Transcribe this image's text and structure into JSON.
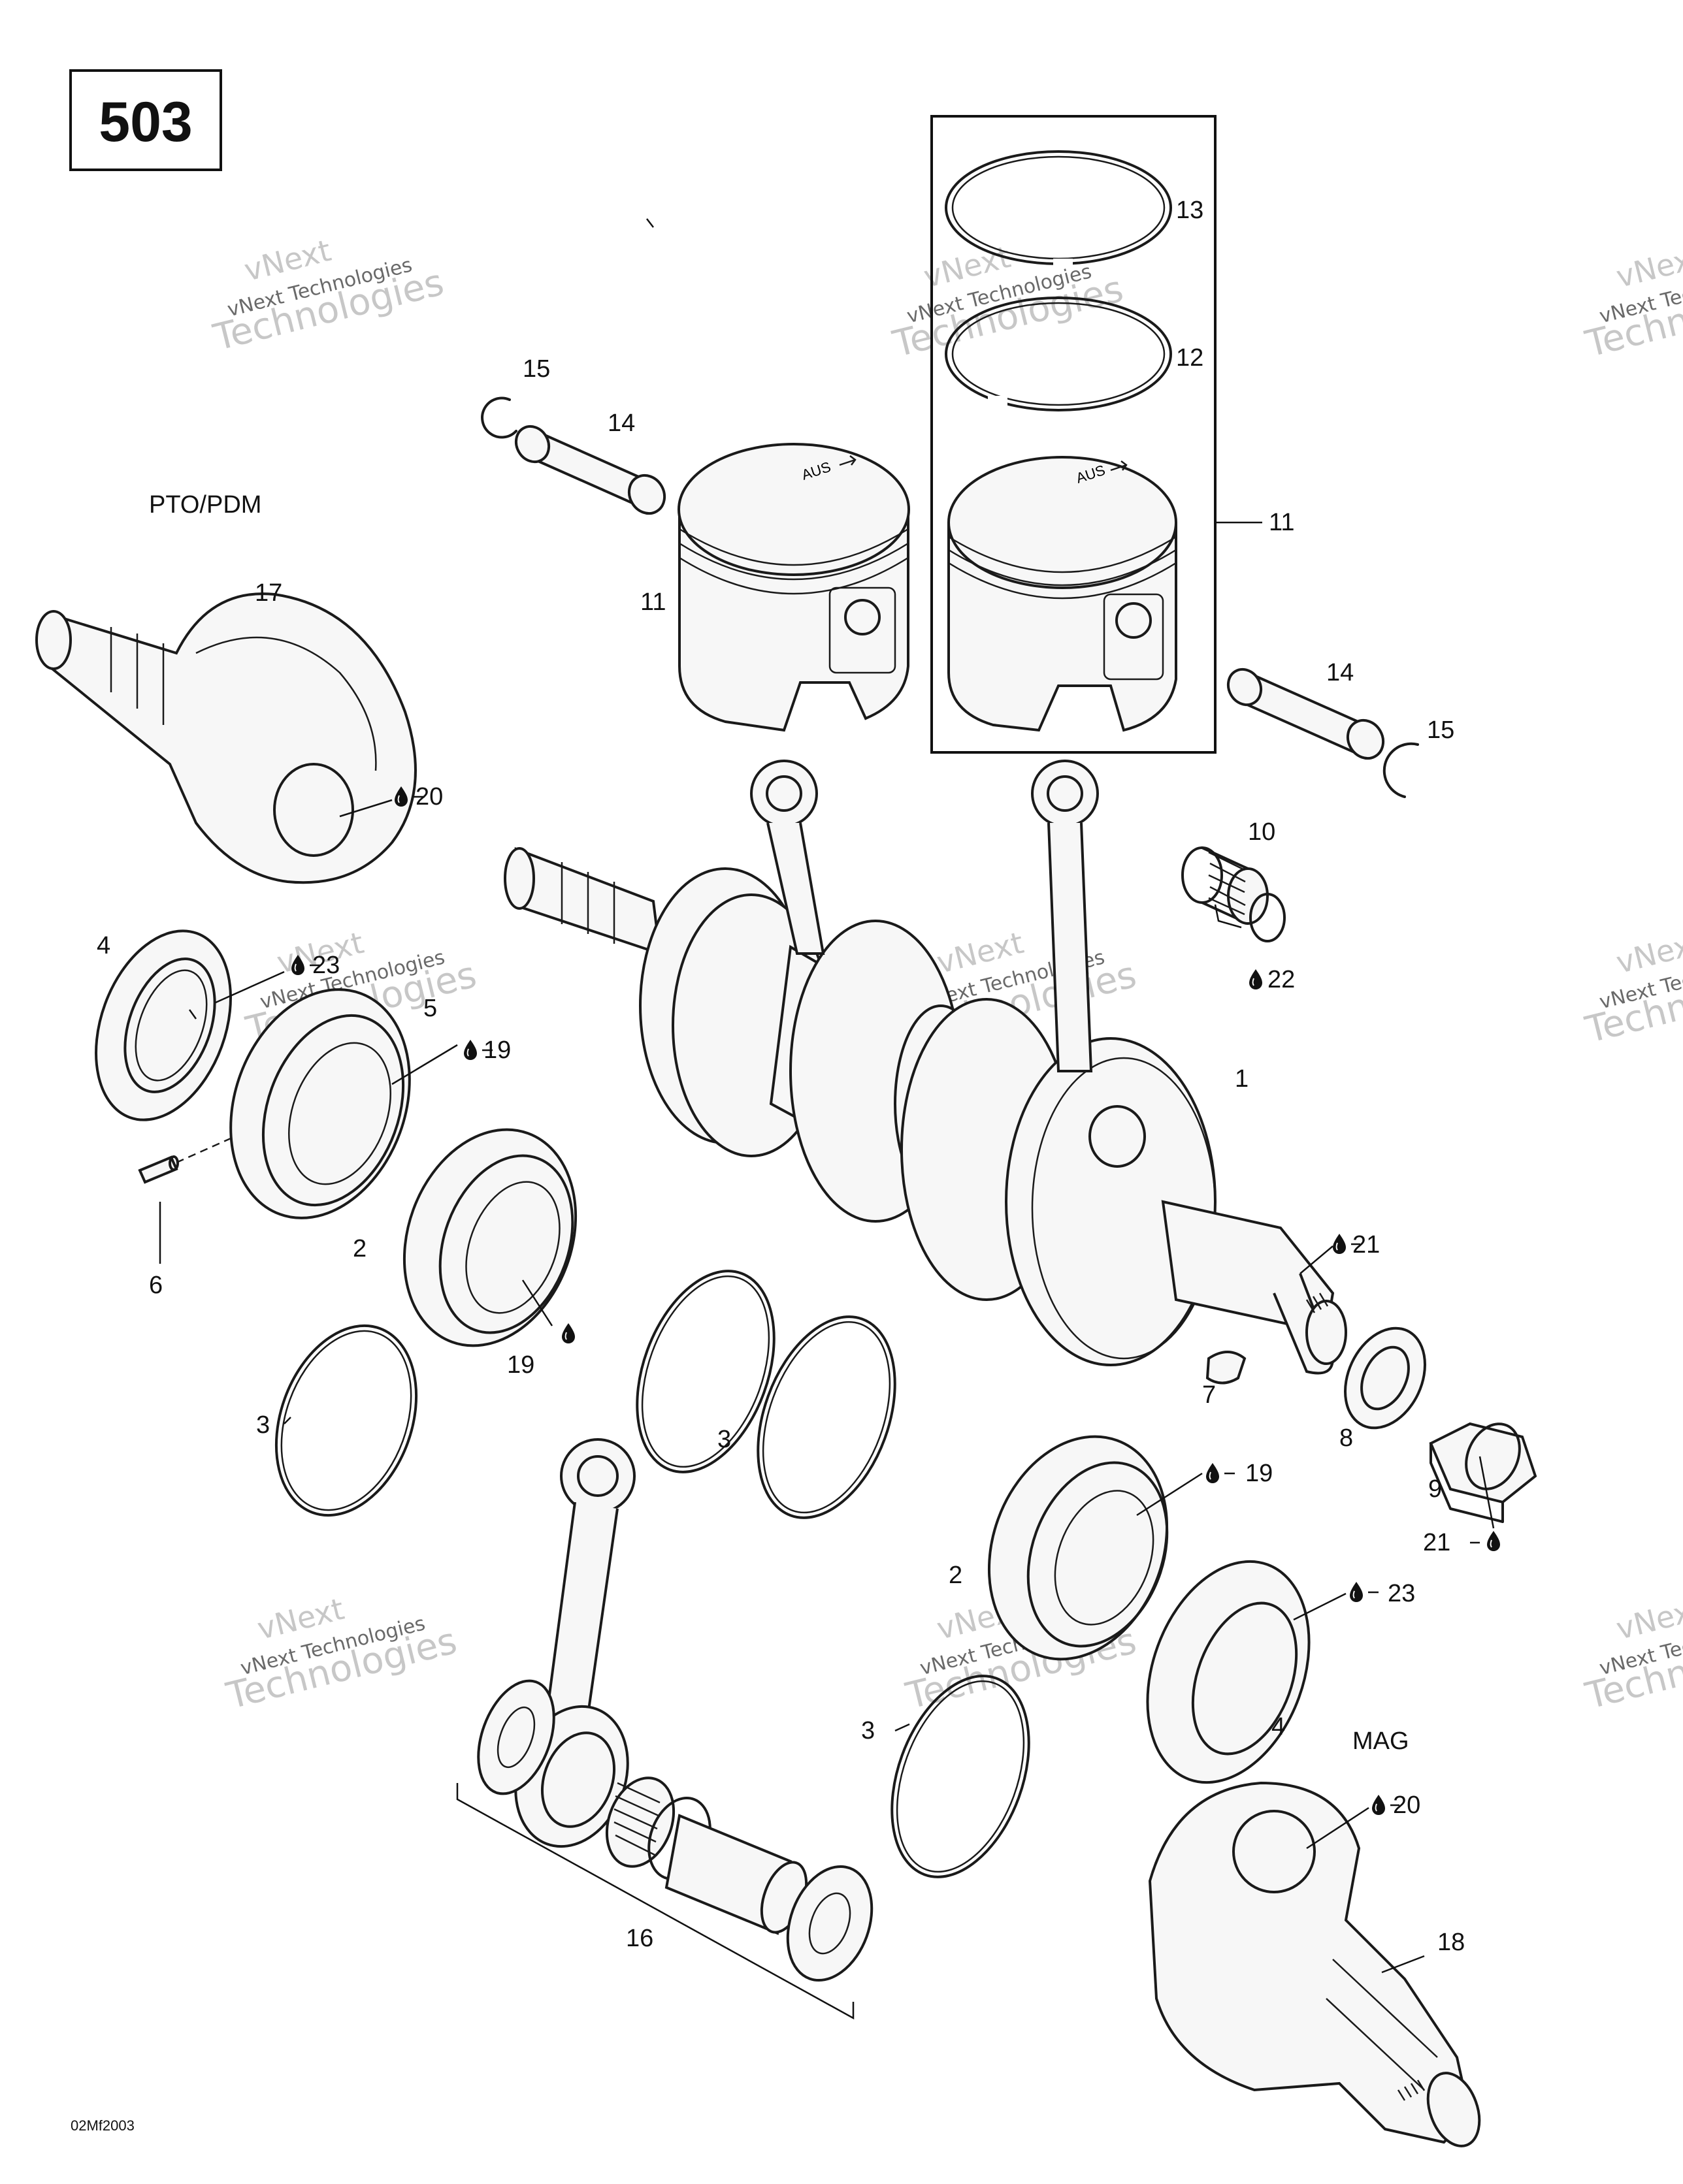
{
  "diagram_number": "503",
  "drawing_code": "02Mf2003",
  "side_labels": {
    "pto": "PTO/PDM",
    "mag": "MAG"
  },
  "piston_marking": "AUS",
  "watermark": {
    "line1": "vNext",
    "line2": "vNext Technologies",
    "line3": "Technologies"
  },
  "callouts": {
    "c13": "13",
    "c12": "12",
    "c11_box": "11",
    "c11_left": "11",
    "c15_top": "15",
    "c14_top": "14",
    "c14_right": "14",
    "c15_right": "15",
    "c10": "10",
    "c22": "22",
    "c17": "17",
    "c20_top": "20",
    "c4_left": "4",
    "c23_left": "23",
    "c5": "5",
    "c19_upper": "19",
    "c6": "6",
    "c2_left": "2",
    "c19_lower": "19",
    "c3_left": "3",
    "c3_mid": "3",
    "c1": "1",
    "c21_shaft": "21",
    "c7": "7",
    "c8": "8",
    "c9": "9",
    "c21_nut": "21",
    "c19_right": "19",
    "c2_right": "2",
    "c23_right": "23",
    "c4_right": "4",
    "c3_bottom": "3",
    "c16": "16",
    "c20_mag": "20",
    "c18": "18"
  }
}
